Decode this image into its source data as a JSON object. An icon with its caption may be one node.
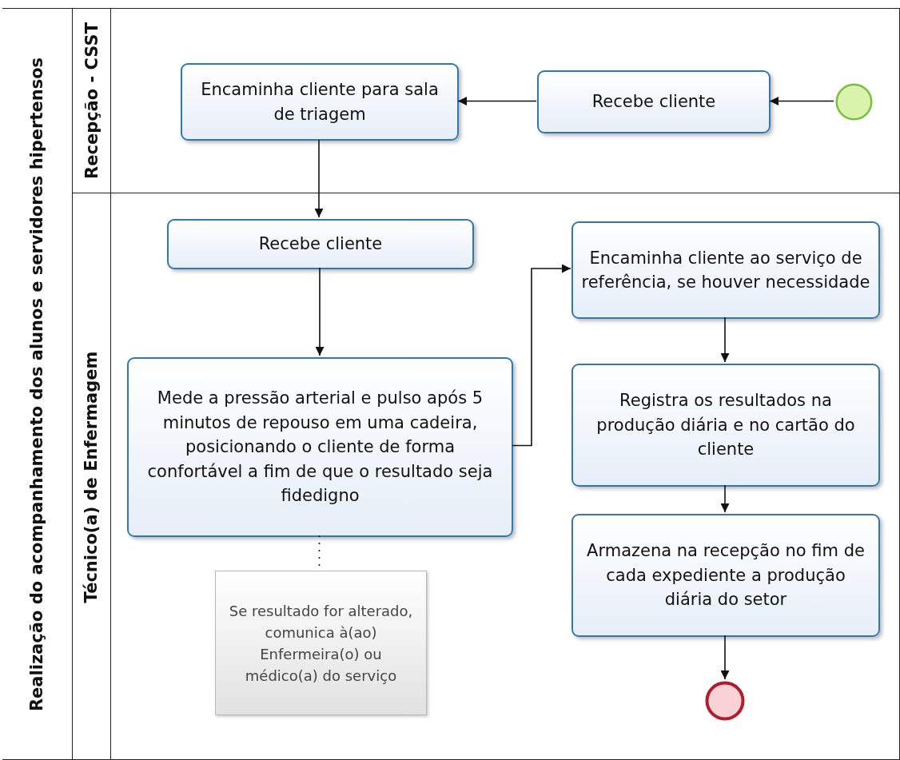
{
  "diagram": {
    "nodes": [
      {
        "text": [
          "Realização do acompanhamento dos alunos e servidores hipertensos"
        ]
      },
      {
        "text": [
          "Recepção - CSST"
        ],
        "in": 0
      },
      {
        "text": [
          "Técnico(a) de Enfermagem"
        ],
        "in": 0
      },
      {
        "text": [],
        "shape": "circle",
        "in": 1
      },
      {
        "text": [
          "Recebe cliente"
        ],
        "in": 1
      },
      {
        "text": [
          "Encaminha cliente para sala de triagem"
        ],
        "in": 1
      },
      {
        "text": [
          "Recebe cliente"
        ],
        "in": 2
      },
      {
        "text": [
          "Mede a pressão arterial e pulso após 5 minutos de repouso em uma cadeira, posicionando o cliente de forma confortável a fim de que o resultado seja fidedigno"
        ],
        "in": 2
      },
      {
        "text": [
          "Se resultado for alterado, comunica à(ao) Enfermeira(o) ou médico(a) do serviço"
        ],
        "in": 2
      },
      {
        "text": [
          "Encaminha cliente ao serviço de referência, se houver necessidade"
        ],
        "in": 2
      },
      {
        "text": [
          "Registra os resultados na produção diária e no cartão do cliente"
        ],
        "in": 2
      },
      {
        "text": [
          "Armazena na recepção no fim de cada expediente a produção diária do setor"
        ],
        "in": 2
      },
      {
        "text": [],
        "shape": "circle",
        "in": 2
      }
    ],
    "edges": [
      {
        "from": 3,
        "to": 4,
        "arrow": "to"
      },
      {
        "from": 4,
        "to": 5,
        "arrow": "to"
      },
      {
        "from": 5,
        "to": 6,
        "arrow": "to"
      },
      {
        "from": 6,
        "to": 7,
        "arrow": "to"
      },
      {
        "from": 7,
        "to": 9,
        "arrow": "to"
      },
      {
        "from": 9,
        "to": 10,
        "arrow": "to"
      },
      {
        "from": 10,
        "to": 11,
        "arrow": "to"
      },
      {
        "from": 11,
        "to": 12,
        "arrow": "to"
      },
      {
        "from": 7,
        "to": 8,
        "arrow": "none",
        "style": "dashed"
      }
    ]
  }
}
